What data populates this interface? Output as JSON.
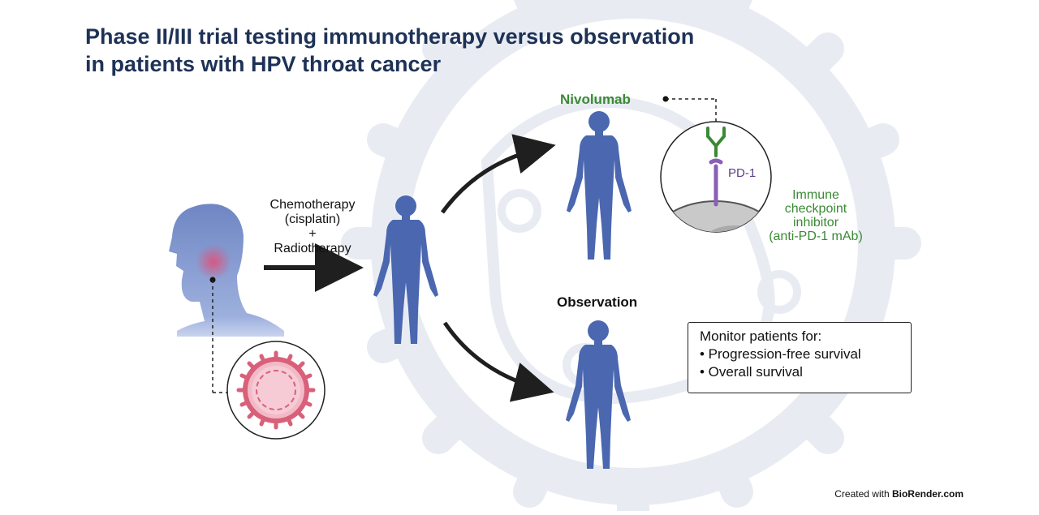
{
  "title": {
    "line1": "Phase II/III trial testing immunotherapy versus observation",
    "line2": "in patients with HPV throat cancer"
  },
  "treatment": {
    "line1": "Chemotherapy",
    "line2": "(cisplatin)",
    "line3": "+",
    "line4": "Radiotherapy"
  },
  "arms": {
    "nivolumab": "Nivolumab",
    "observation": "Observation"
  },
  "mechanism": {
    "receptor_label": "PD-1",
    "inhibitor_line1": "Immune",
    "inhibitor_line2": "checkpoint",
    "inhibitor_line3": "inhibitor",
    "inhibitor_line4": "(anti-PD-1 mAb)"
  },
  "monitor": {
    "heading": "Monitor patients for:",
    "item1": "• Progression-free survival",
    "item2": "• Overall survival"
  },
  "credit": {
    "prefix": "Created with ",
    "brand": "BioRender.com"
  },
  "colors": {
    "title": "#1e3257",
    "person": "#4a67b0",
    "nivolumab": "#3a8a33",
    "pd1": "#8a5fb5",
    "virus": "#d9607a",
    "watermark": "#e8ecf2"
  },
  "icons": [
    "human-figure-icon",
    "head-profile-icon",
    "hpv-virus-icon",
    "antibody-icon",
    "pd1-receptor-icon",
    "arrow-icon"
  ]
}
